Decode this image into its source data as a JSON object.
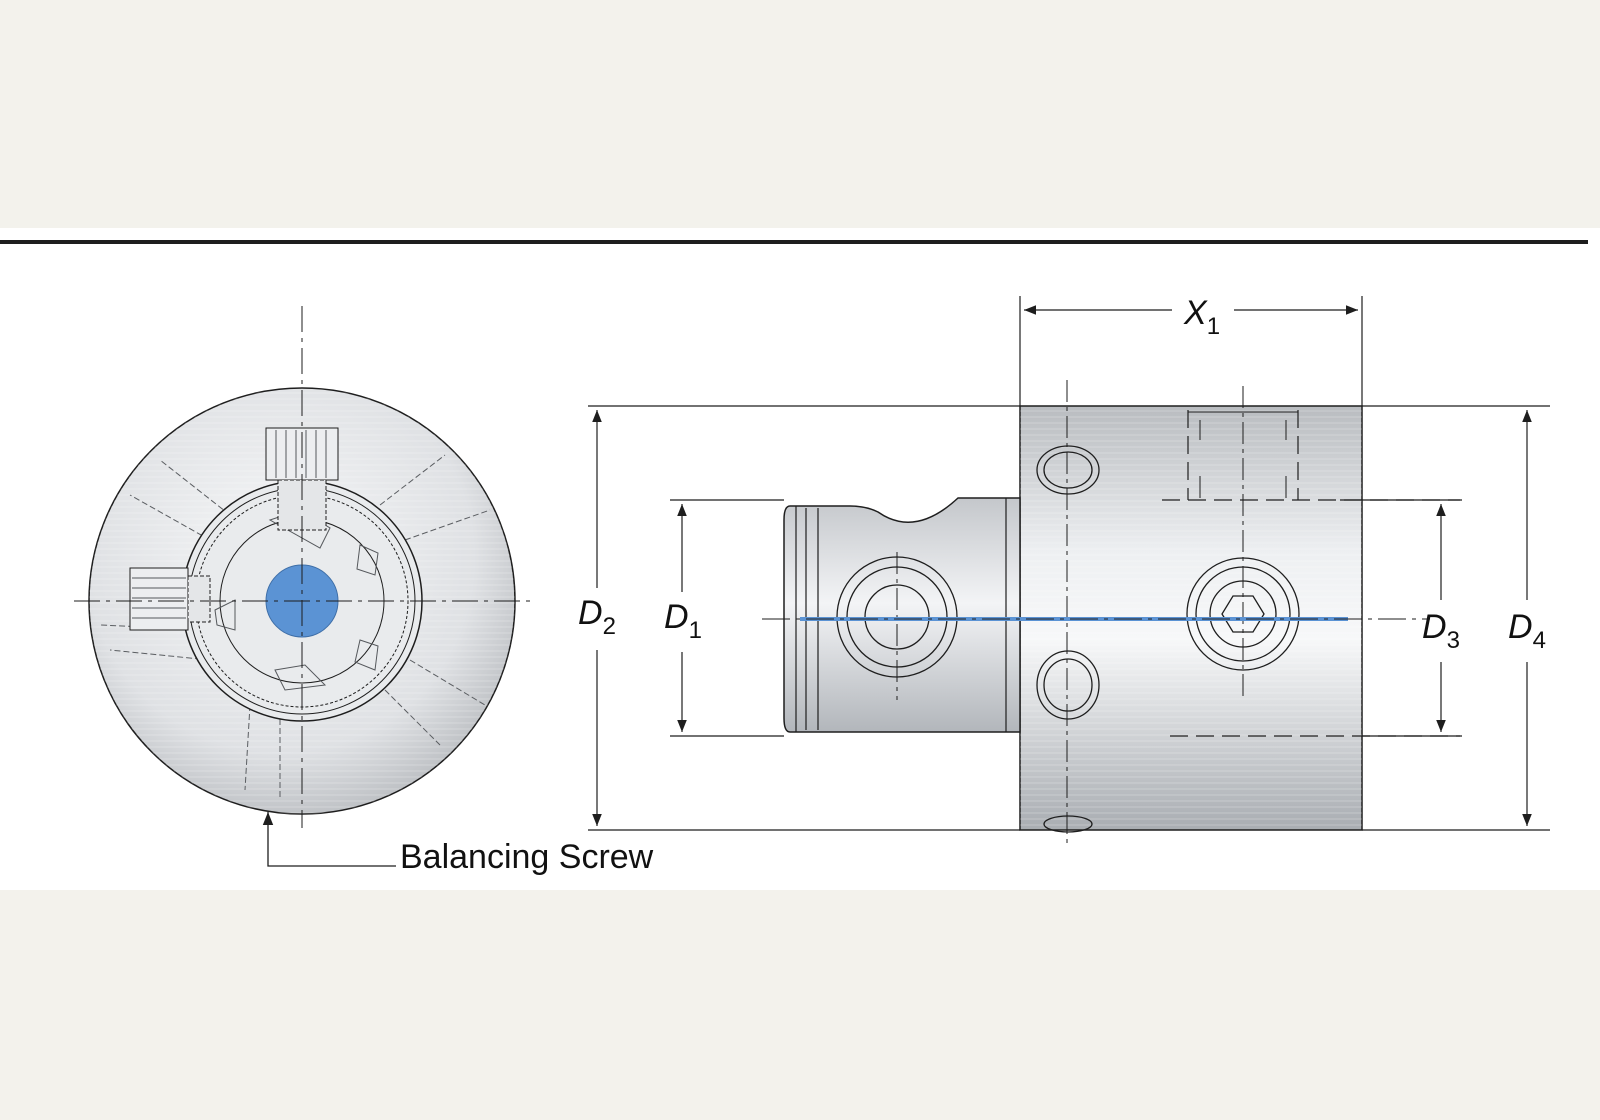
{
  "labels": {
    "x1": {
      "main": "X",
      "sub": "1"
    },
    "d1": {
      "main": "D",
      "sub": "1"
    },
    "d2": {
      "main": "D",
      "sub": "2"
    },
    "d3": {
      "main": "D",
      "sub": "3"
    },
    "d4": {
      "main": "D",
      "sub": "4"
    },
    "balancing_screw": "Balancing Screw"
  },
  "colors": {
    "background": "#f3f2ec",
    "panel": "#ffffff",
    "line": "#1e1e1e",
    "coolant_bore": "#5b93d4"
  }
}
